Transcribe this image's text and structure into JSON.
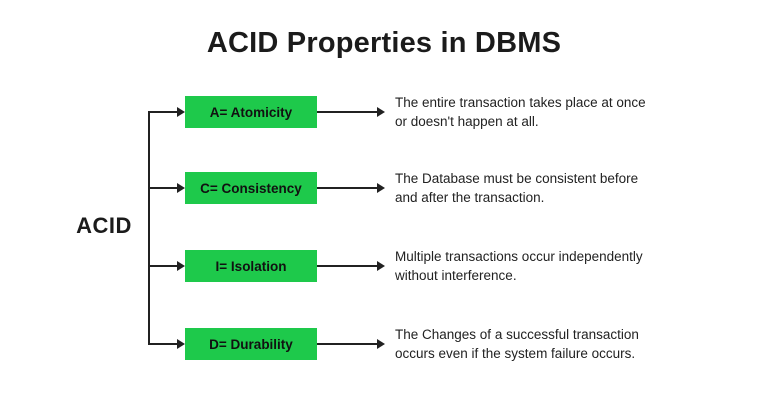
{
  "title": "ACID Properties in DBMS",
  "root_label": "ACID",
  "colors": {
    "box_green": "#1ec94b",
    "connector_line": "#212121",
    "text": "#222222"
  },
  "rows": [
    {
      "label": "A= Atomicity",
      "lines": [
        "The entire transaction takes place at once",
        "or doesn't happen at all."
      ]
    },
    {
      "label": "C= Consistency",
      "lines": [
        "The Database must be consistent before",
        "and after the transaction."
      ]
    },
    {
      "label": "I= Isolation",
      "lines": [
        "Multiple transactions occur independently",
        "without interference."
      ]
    },
    {
      "label": "D= Durability",
      "lines": [
        "The Changes of a successful transaction",
        "occurs even if the system failure occurs."
      ]
    }
  ]
}
